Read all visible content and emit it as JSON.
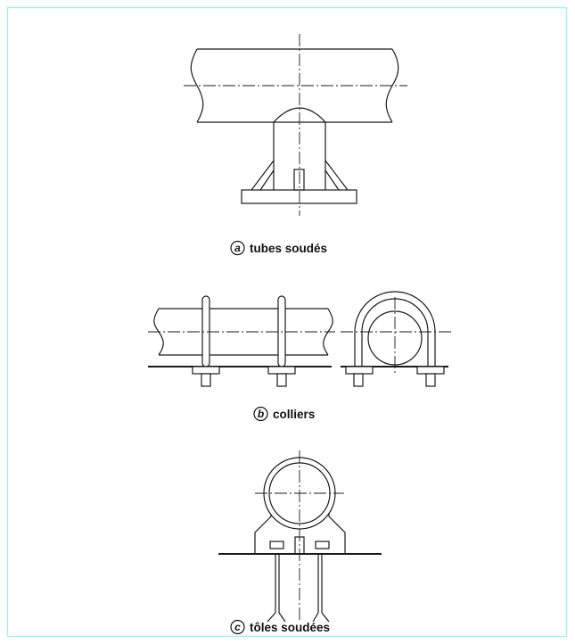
{
  "colors": {
    "frame_border": "#aeeaea",
    "line": "#1a1a1a",
    "background": "#ffffff"
  },
  "figures": [
    {
      "letter": "a",
      "caption": "tubes soudés"
    },
    {
      "letter": "b",
      "caption": "colliers"
    },
    {
      "letter": "c",
      "caption": "tôles soudées"
    }
  ]
}
